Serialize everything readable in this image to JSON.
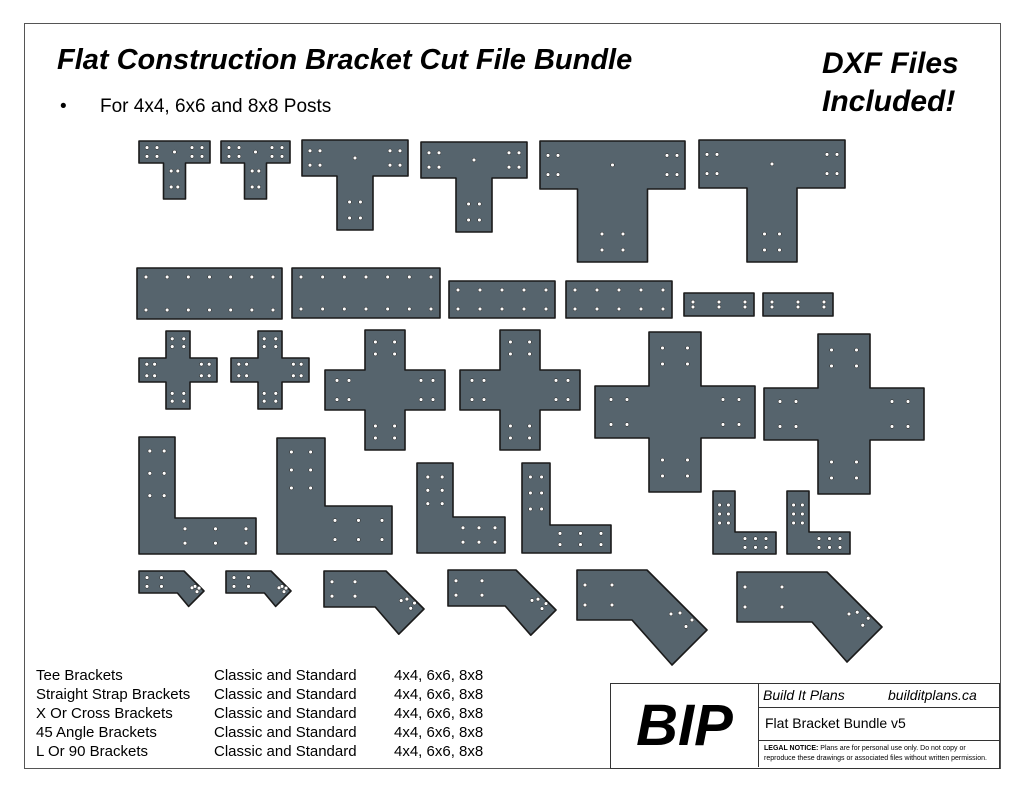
{
  "header": {
    "title": "Flat Construction Bracket Cut File Bundle",
    "bullet_symbol": "•",
    "bullet_text": "For 4x4, 6x6 and 8x8 Posts",
    "dxf_line1": "DXF Files",
    "dxf_line2": "Included!"
  },
  "legend": {
    "rows": [
      {
        "type": "Tee Brackets",
        "styles": "Classic and Standard",
        "sizes": "4x4, 6x6, 8x8"
      },
      {
        "type": "Straight Strap Brackets",
        "styles": "Classic and Standard",
        "sizes": "4x4, 6x6, 8x8"
      },
      {
        "type": "X Or Cross Brackets",
        "styles": "Classic and Standard",
        "sizes": "4x4, 6x6, 8x8"
      },
      {
        "type": "45 Angle Brackets",
        "styles": "Classic and Standard",
        "sizes": "4x4, 6x6, 8x8"
      },
      {
        "type": "L Or 90 Brackets",
        "styles": "Classic and Standard",
        "sizes": "4x4, 6x6, 8x8"
      }
    ]
  },
  "title_block": {
    "logo": "BIP",
    "company": "Build It Plans",
    "website": "builditplans.ca",
    "drawing_name": "Flat Bracket Bundle v5",
    "legal_label": "LEGAL NOTICE:",
    "legal_text": "Plans are for personal use only. Do not copy or reproduce these drawings or associated files without written permission."
  },
  "colors": {
    "bracket_fill": "#56646d",
    "bracket_stroke": "#1a1a1a",
    "hole_fill": "#ffffff"
  }
}
